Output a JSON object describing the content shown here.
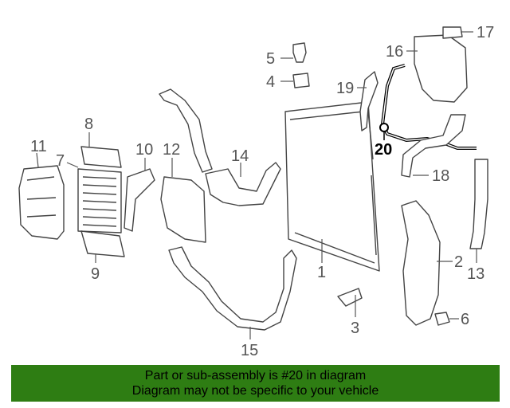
{
  "callouts": {
    "c1": "1",
    "c2": "2",
    "c3": "3",
    "c4": "4",
    "c5": "5",
    "c6": "6",
    "c7": "7",
    "c8": "8",
    "c9": "9",
    "c10": "10",
    "c11": "11",
    "c12": "12",
    "c13": "13",
    "c14": "14",
    "c15": "15",
    "c16": "16",
    "c17": "17",
    "c18": "18",
    "c19": "19",
    "c20": "20"
  },
  "highlighted_part": "20",
  "banner": {
    "line1": "Part or sub-assembly is #20 in diagram",
    "line2": "Diagram may not be specific to your vehicle"
  },
  "colors": {
    "banner_bg": "#2e7d13",
    "highlight": "#000000",
    "line_art": "#444444"
  }
}
